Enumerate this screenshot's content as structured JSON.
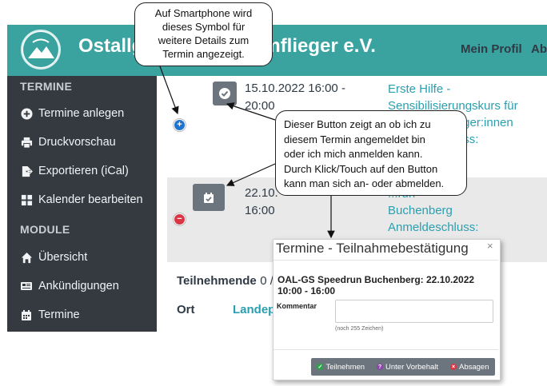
{
  "header": {
    "title_left": "Ostallg",
    "title_right": "rmflieger e.V.",
    "nav": [
      {
        "label": "Mein Profil"
      },
      {
        "label": "Ab"
      }
    ]
  },
  "sidebar": {
    "sections": [
      {
        "title": "TERMINE",
        "items": [
          {
            "label": "Termine anlegen",
            "icon": "plus-circle-icon"
          },
          {
            "label": "Druckvorschau",
            "icon": "print-icon"
          },
          {
            "label": "Exportieren (iCal)",
            "icon": "export-icon"
          },
          {
            "label": "Kalender bearbeiten",
            "icon": "grid-icon"
          }
        ]
      },
      {
        "title": "MODULE",
        "items": [
          {
            "label": "Übersicht",
            "icon": "home-icon"
          },
          {
            "label": "Ankündigungen",
            "icon": "newspaper-icon"
          },
          {
            "label": "Termine",
            "icon": "calendar-icon"
          }
        ]
      }
    ]
  },
  "events": [
    {
      "date_line1": "15.10.2022 16:00 -",
      "date_line2": "20:00",
      "title_lines": [
        "Erste Hilfe -",
        "Sensibilisierungskurs für",
        "Gleitschirmflieger:innen",
        "Anmeldeschluss:",
        "0"
      ],
      "status_icon": "check-icon",
      "toggle_icon": "plus-icon"
    },
    {
      "date_line1": "22.10.",
      "date_line2": "16:00",
      "title_lines": [
        "...run",
        "Buchenberg",
        "Anmeldeschluss:"
      ],
      "status_icon": "calendar-check-icon",
      "toggle_icon": "minus-icon"
    }
  ],
  "details": {
    "participants_label": "Teilnehmende",
    "participants_value": "0 /",
    "location_label": "Ort",
    "location_value": "Landep"
  },
  "callouts": {
    "smartphone": [
      "Auf Smartphone wird",
      "dieses Symbol für",
      "weitere Details zum",
      "Termin angezeigt."
    ],
    "button": [
      "Dieser Button zeigt an ob ich zu",
      "diesem Termin angemeldet bin",
      "oder ich mich anmelden kann.",
      "Durch Klick/Touch auf den Button",
      "kann man sich an- oder abmelden."
    ]
  },
  "dialog": {
    "title": "Termine - Teilnahmebestätigung",
    "close": "×",
    "event_text": "OAL-GS Speedrun Buchenberg: 22.10.2022 10:00 - 16:00",
    "comment_label": "Kommentar",
    "counter": "(noch 255 Zeichen)",
    "buttons": [
      {
        "label": "Teilnehmen",
        "color": "#28a745"
      },
      {
        "label": "Unter Vorbehalt",
        "color": "#8e44ad"
      },
      {
        "label": "Absagen",
        "color": "#dc3545"
      }
    ]
  },
  "colors": {
    "header": "#3aa3a0",
    "sidebar": "#343a40",
    "link": "#2a9fb0"
  }
}
